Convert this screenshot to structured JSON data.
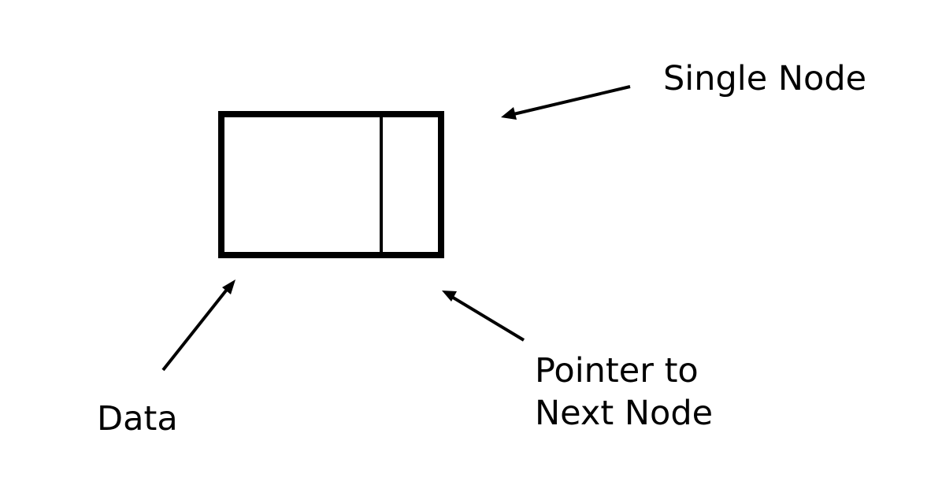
{
  "labels": {
    "single_node": "Single Node",
    "data": "Data",
    "pointer_line1": "Pointer to",
    "pointer_line2": "Next Node"
  },
  "colors": {
    "background": "#ffffff",
    "stroke": "#000000",
    "text": "#000000"
  }
}
